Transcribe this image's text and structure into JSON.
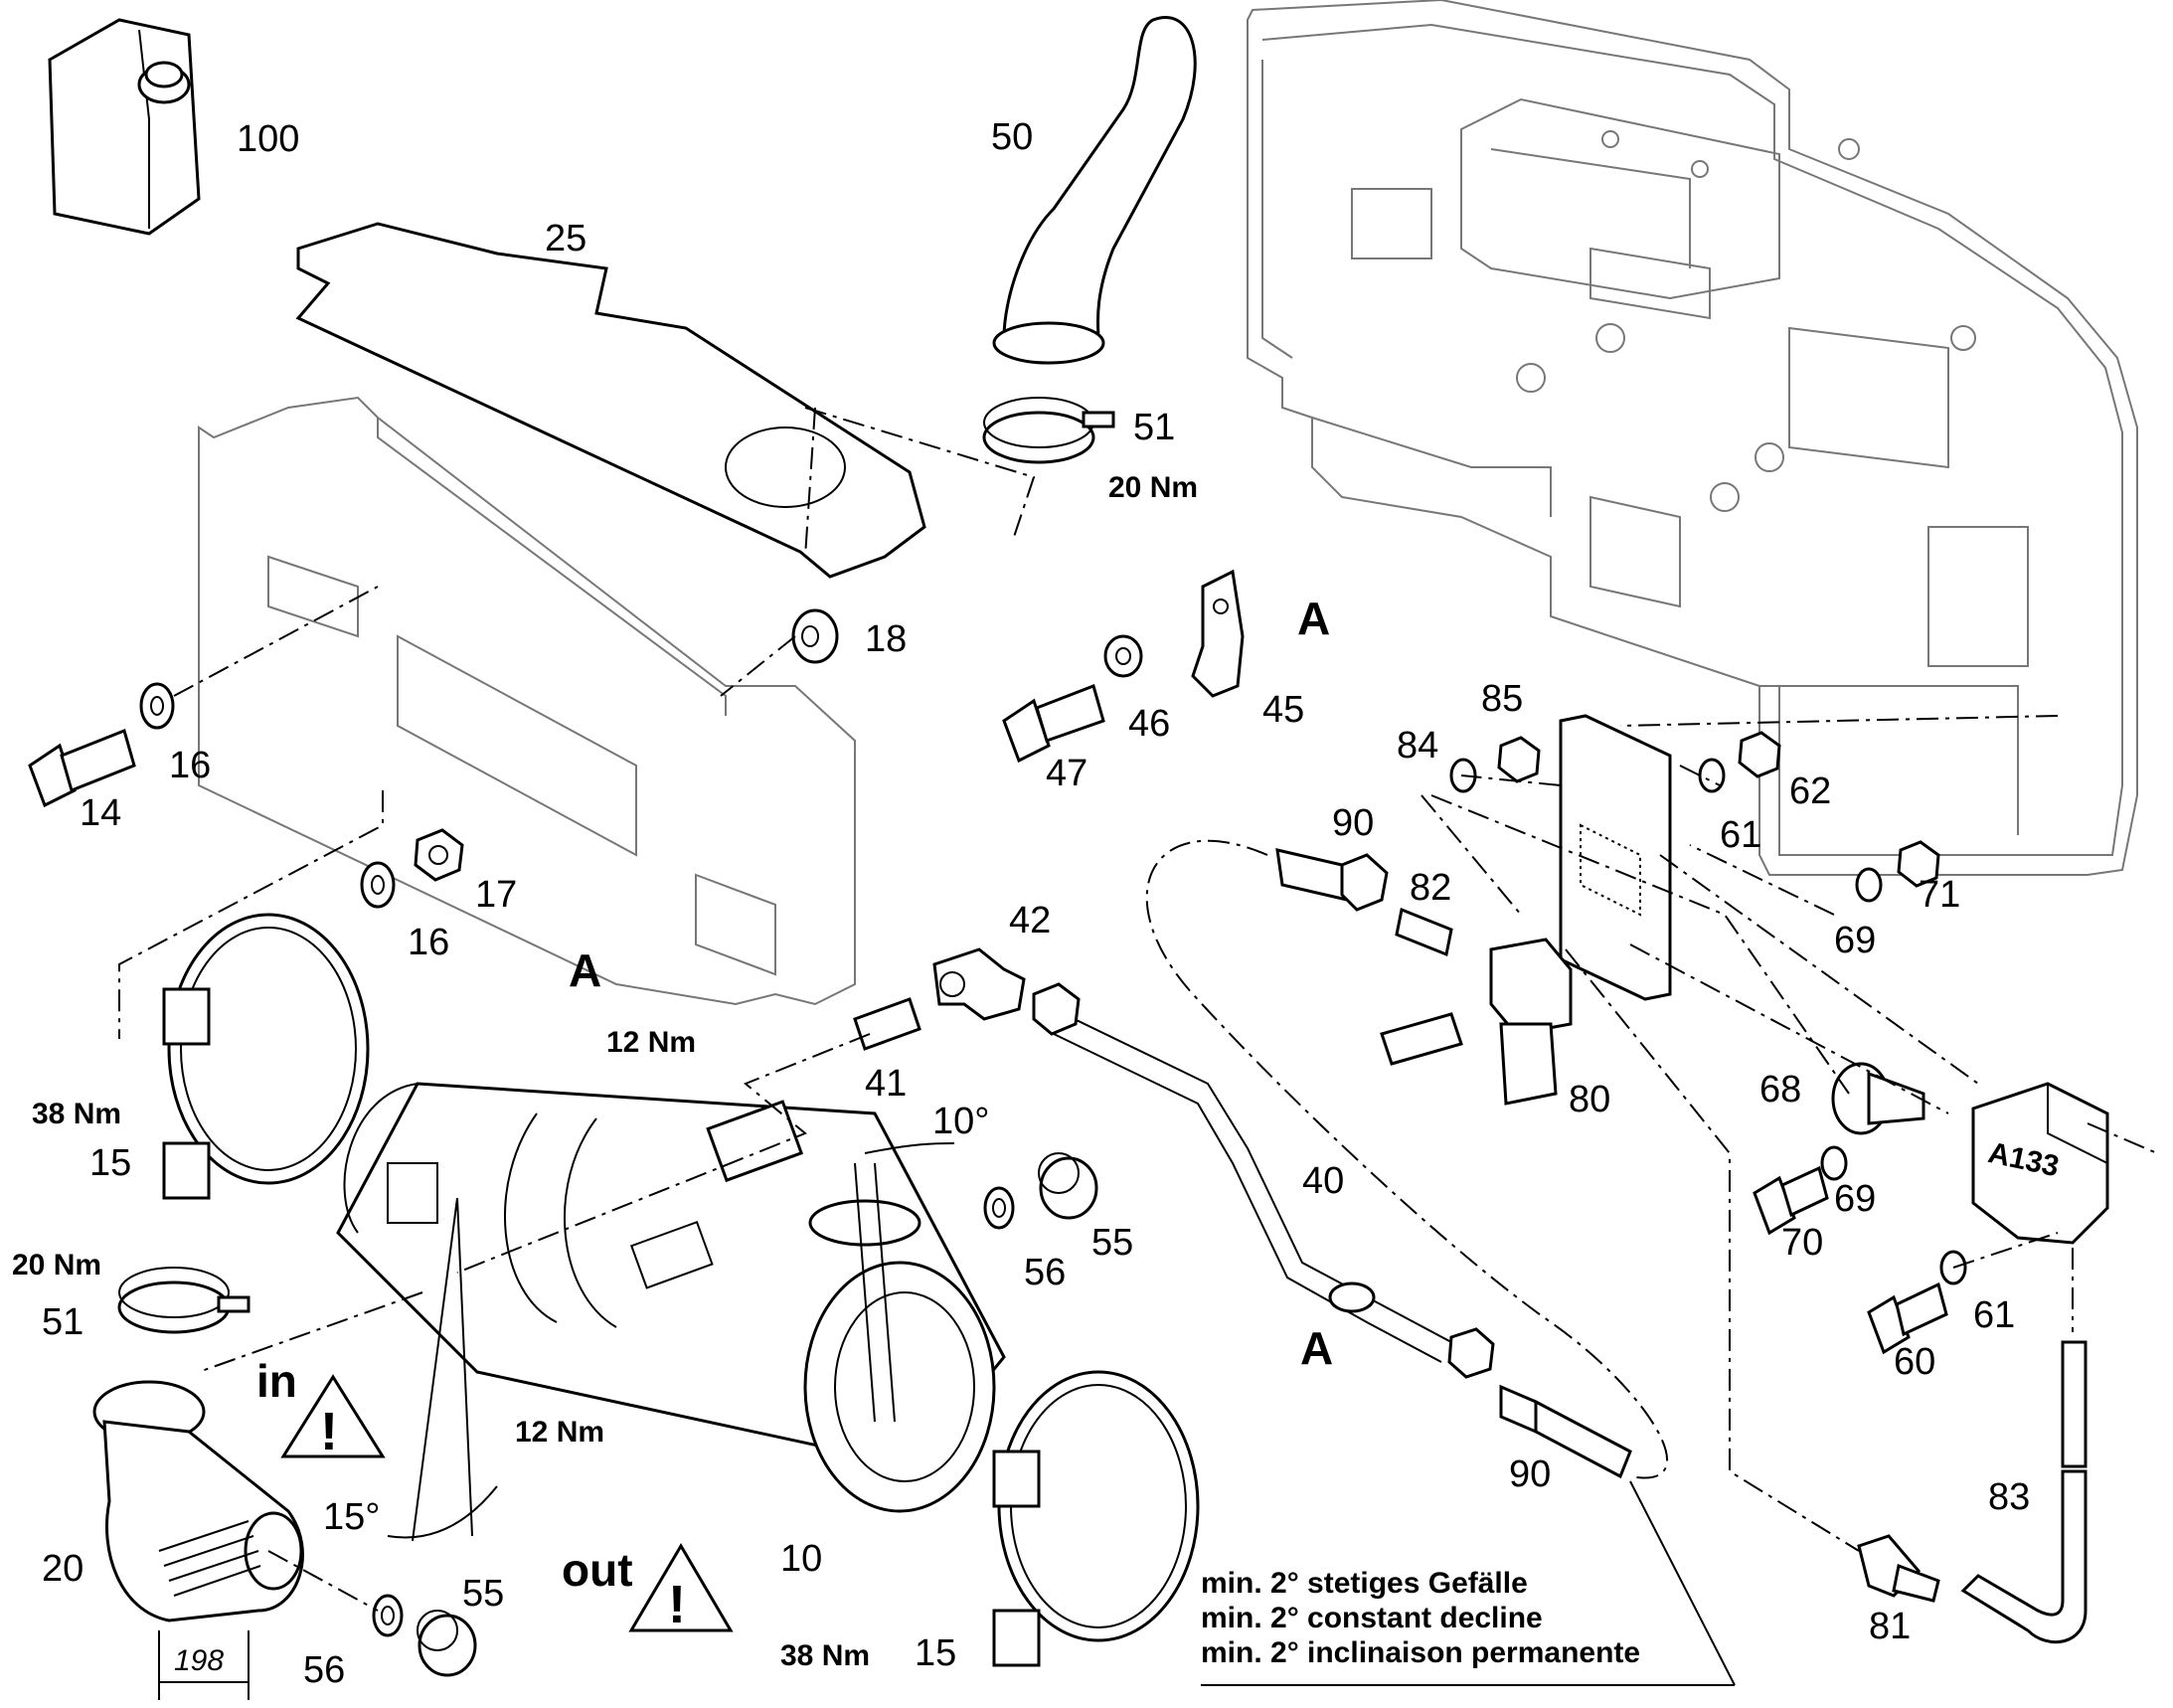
{
  "diagram": {
    "part_numbers": {
      "p100": "100",
      "p50": "50",
      "p25": "25",
      "p51_top": "51",
      "p18": "18",
      "p14": "14",
      "p16_a": "16",
      "p16_b": "16",
      "p17": "17",
      "p47": "47",
      "p46": "46",
      "p45": "45",
      "p84": "84",
      "p85": "85",
      "p62": "62",
      "p61_a": "61",
      "p71": "71",
      "p69_a": "69",
      "p90_a": "90",
      "p82": "82",
      "p80": "80",
      "p42": "42",
      "p41": "41",
      "p40": "40",
      "p68": "68",
      "p69_b": "69",
      "p70": "70",
      "p60": "60",
      "p61_b": "61",
      "p15_a": "15",
      "p15_b": "15",
      "p51_b": "51",
      "p20": "20",
      "p56_a": "56",
      "p55_a": "55",
      "p56_b": "56",
      "p55_b": "55",
      "p10": "10",
      "p90_b": "90",
      "p83": "83",
      "p81": "81"
    },
    "torques": {
      "t20_top": "20 Nm",
      "t12_top": "12 Nm",
      "t12_bottom": "12 Nm",
      "t38_left": "38 Nm",
      "t38_bottom": "38 Nm",
      "t20_left": "20 Nm"
    },
    "detail_markers": {
      "a1": "A",
      "a2": "A",
      "a3": "A"
    },
    "angles": {
      "a10": "10°",
      "a15": "15°"
    },
    "dimension": "198",
    "flow": {
      "in": "in",
      "out": "out"
    },
    "module_label": "A133",
    "notes": [
      "min. 2° stetiges Gefälle",
      "min. 2° constant decline",
      "min. 2° inclinaison permanente"
    ]
  }
}
